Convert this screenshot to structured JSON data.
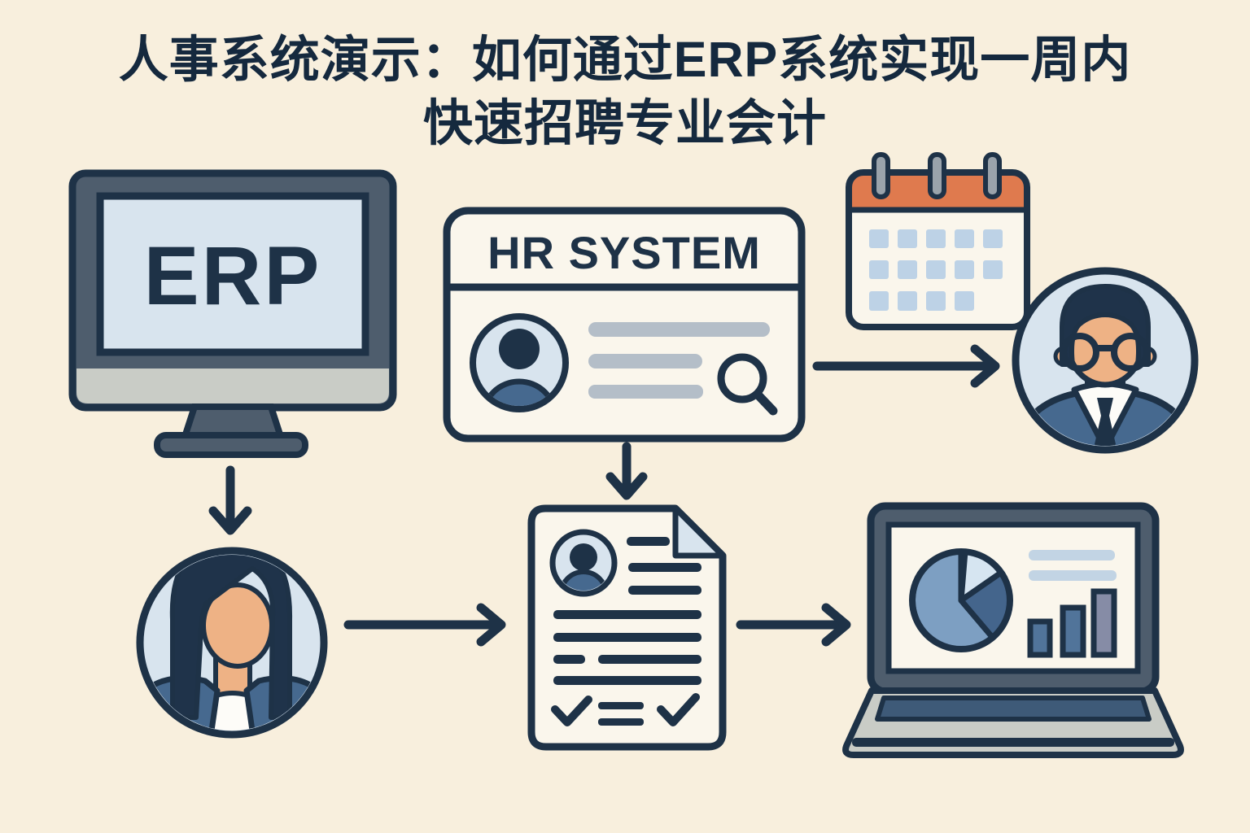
{
  "title": {
    "line1": "人事系统演示：如何通过ERP系统实现一周内",
    "line2": "快速招聘专业会计"
  },
  "diagram": {
    "erp_monitor": {
      "label": "ERP"
    },
    "hr_system_card": {
      "label": "HR SYSTEM"
    },
    "flow": [
      "erp-monitor -> woman-avatar",
      "woman-avatar -> resume-document",
      "hr-system-card -> resume-document",
      "hr-system-card -> man-avatar",
      "resume-document -> laptop-analytics"
    ]
  },
  "colors": {
    "bg": "#f8efdd",
    "titleInk": "#15293e",
    "navy": "#1e3247",
    "bezel": "#4e5d6d",
    "lblue": "#d8e4ee",
    "paper": "#faf6ec",
    "graybar": "#c9ccc6",
    "steel": "#46698f",
    "orange": "#df7a4e",
    "grayline": "#b4bec8",
    "calsq": "#bdd2e6",
    "skin": "#eeb285",
    "hair": "#1f334a",
    "ring": "#9aa3ab",
    "white": "#fdfcf8",
    "pieBig": "#7d9fc2",
    "pieLight": "#d6e5f1",
    "pieDark": "#44658c",
    "barBlue": "#51749a",
    "barPurple": "#868ca6",
    "screenline": "#c2d4e4",
    "keyboard": "#3e5a78"
  }
}
